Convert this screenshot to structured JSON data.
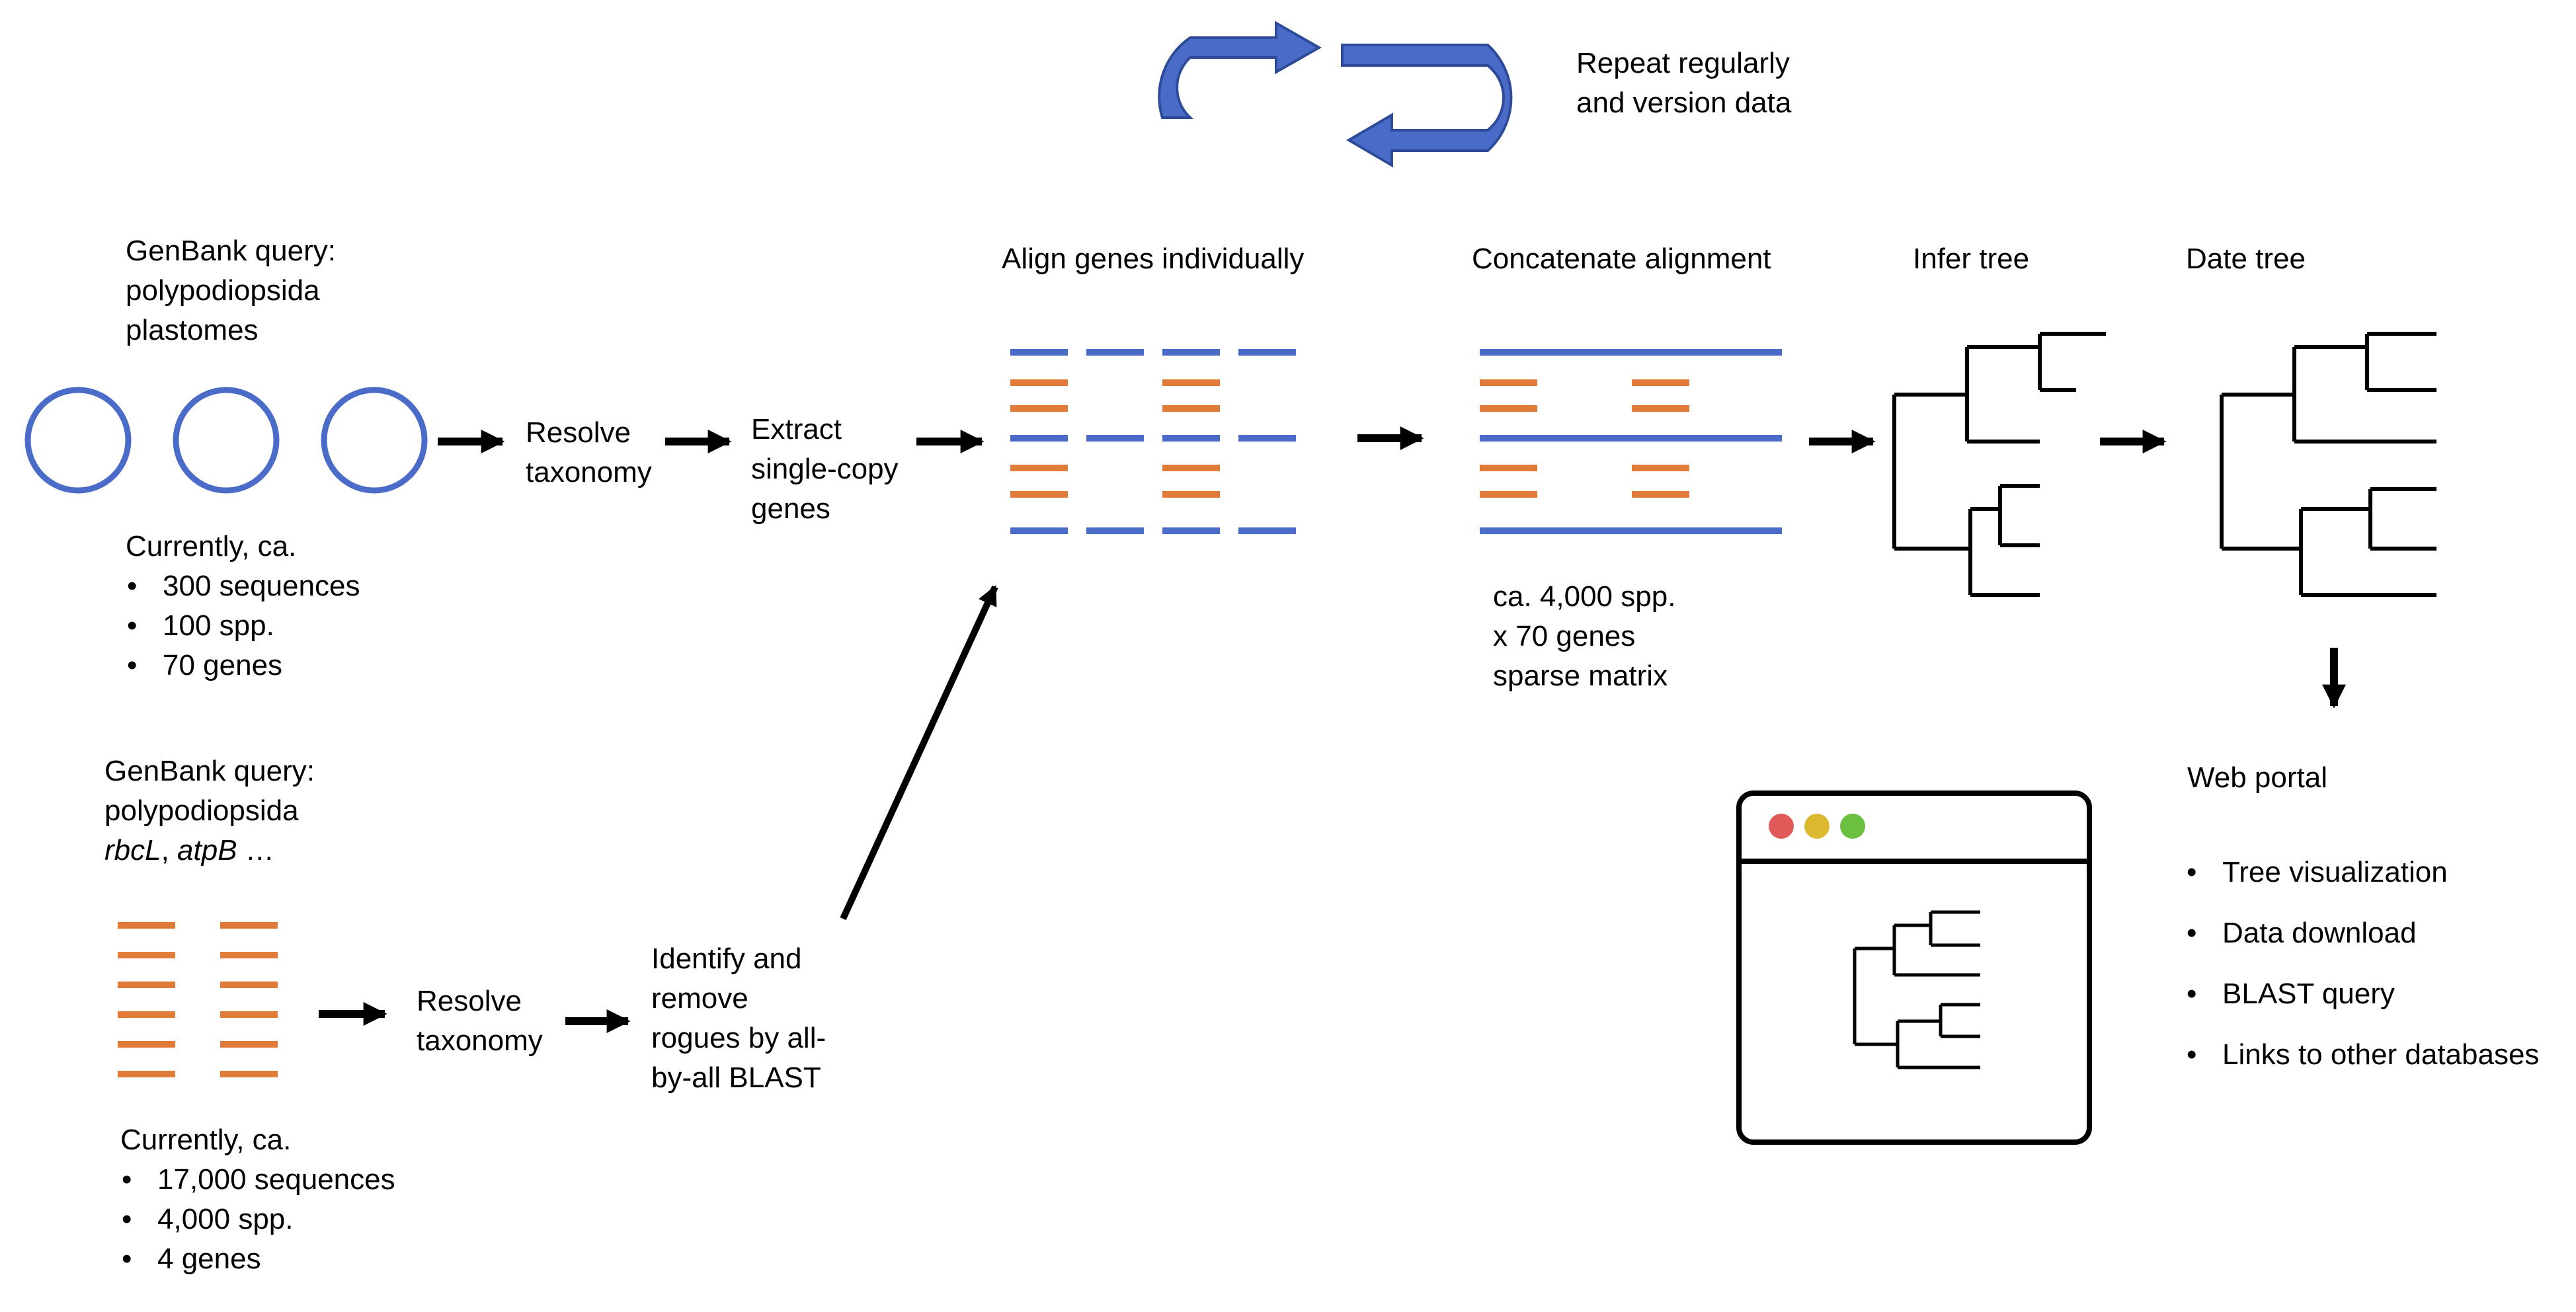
{
  "colors": {
    "blue": "#4a6cc8",
    "orange": "#e07b39",
    "black": "#000000",
    "red": "#e05a5a",
    "yellow": "#dcb831",
    "green": "#6cc040"
  },
  "repeat": {
    "line1": "Repeat regularly",
    "line2": "and version data"
  },
  "plastome": {
    "query_line1": "GenBank query:",
    "query_line2": "polypodiopsida",
    "query_line3": "plastomes",
    "currently": "Currently, ca.",
    "stats": [
      "300 sequences",
      "100 spp.",
      "70 genes"
    ],
    "resolve_line1": "Resolve",
    "resolve_line2": "taxonomy",
    "extract_line1": "Extract",
    "extract_line2": "single-copy",
    "extract_line3": "genes"
  },
  "genes": {
    "query_line1": "GenBank query:",
    "query_line2": "polypodiopsida",
    "query_line3_a": "rbcL",
    "query_line3_b": ", ",
    "query_line3_c": "atpB",
    "query_line3_d": " …",
    "currently": "Currently, ca.",
    "stats": [
      "17,000 sequences",
      "4,000 spp.",
      "4 genes"
    ],
    "resolve_line1": "Resolve",
    "resolve_line2": "taxonomy",
    "rogues_line1": "Identify and",
    "rogues_line2": "remove",
    "rogues_line3": "rogues by all-",
    "rogues_line4": "by-all BLAST"
  },
  "steps": {
    "align": "Align genes individually",
    "concat": "Concatenate alignment",
    "infer": "Infer tree",
    "date": "Date tree"
  },
  "matrix": {
    "line1": "ca. 4,000 spp.",
    "line2": "x 70 genes",
    "line3": "sparse matrix"
  },
  "portal": {
    "title": "Web portal",
    "items": [
      "Tree visualization",
      "Data download",
      "BLAST query",
      "Links to other databases"
    ]
  }
}
